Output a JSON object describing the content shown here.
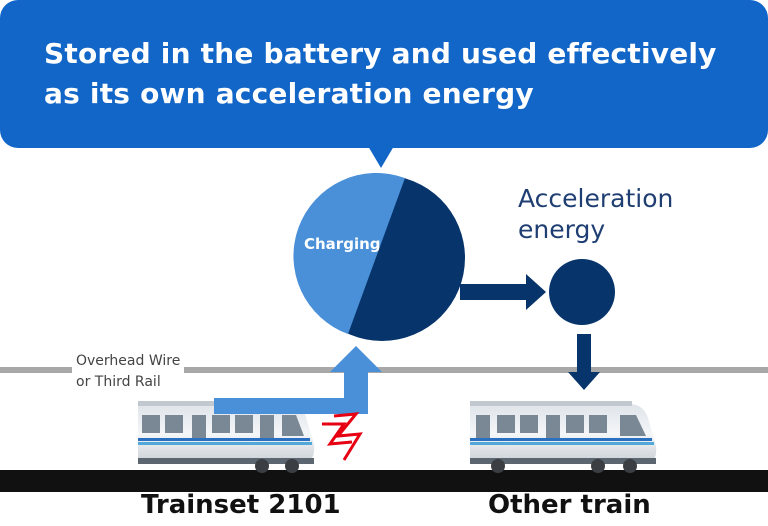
{
  "bubble": {
    "line1": "Stored in the battery and used effectively",
    "line2": "as its own acceleration energy"
  },
  "battery": {
    "label": "Charging"
  },
  "acceleration": {
    "line1": "Acceleration",
    "line2": "energy"
  },
  "wire": {
    "line1": "Overhead Wire",
    "line2": "or Third Rail"
  },
  "trains": {
    "left_label": "Trainset 2101",
    "right_label": "Other train"
  },
  "colors": {
    "bubble_blue": "#1266c8",
    "light_blue": "#4a90d9",
    "navy": "#06346b",
    "rail": "#111111",
    "wire_gray": "#a8a8a8"
  }
}
